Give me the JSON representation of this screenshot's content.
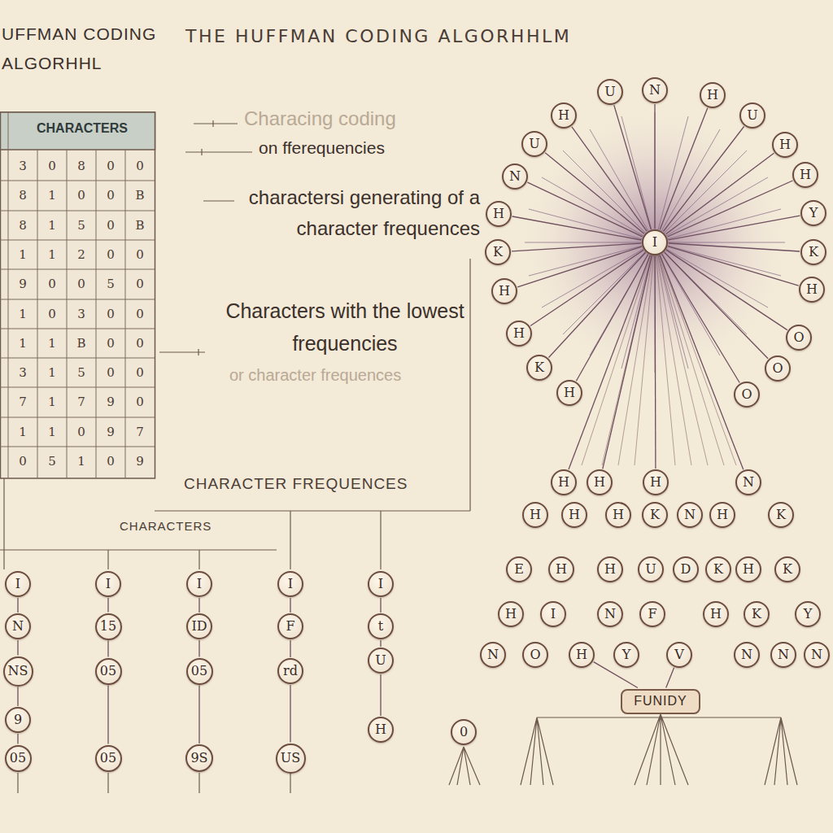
{
  "diagram": {
    "title": "THE HUFFMAN CODING ALGORHHLM",
    "nodes": [
      {
        "text": [
          "U"
        ]
      },
      {
        "text": [
          "N"
        ]
      },
      {
        "text": [
          "H"
        ]
      },
      {
        "text": [
          "H"
        ]
      },
      {
        "text": [
          "U"
        ]
      },
      {
        "text": [
          "U"
        ]
      },
      {
        "text": [
          "H"
        ]
      },
      {
        "text": [
          "N"
        ]
      },
      {
        "text": [
          "H"
        ]
      },
      {
        "text": [
          "H"
        ]
      },
      {
        "text": [
          "Y"
        ]
      },
      {
        "text": [
          "K"
        ]
      },
      {
        "text": [
          "I"
        ]
      },
      {
        "text": [
          "K"
        ]
      },
      {
        "text": [
          "H"
        ]
      },
      {
        "text": [
          "H"
        ]
      },
      {
        "text": [
          "H"
        ]
      },
      {
        "text": [
          "O"
        ]
      },
      {
        "text": [
          "K"
        ]
      },
      {
        "text": [
          "O"
        ]
      },
      {
        "text": [
          "H"
        ]
      },
      {
        "text": [
          "O"
        ]
      },
      {
        "text": [
          "H"
        ]
      },
      {
        "text": [
          "H"
        ]
      },
      {
        "text": [
          "H"
        ]
      },
      {
        "text": [
          "N"
        ]
      },
      {
        "text": [
          "H"
        ]
      },
      {
        "text": [
          "H"
        ]
      },
      {
        "text": [
          "H"
        ]
      },
      {
        "text": [
          "K"
        ]
      },
      {
        "text": [
          "N"
        ]
      },
      {
        "text": [
          "H"
        ]
      },
      {
        "text": [
          "K"
        ]
      },
      {
        "text": [
          "E"
        ]
      },
      {
        "text": [
          "H"
        ]
      },
      {
        "text": [
          "H"
        ]
      },
      {
        "text": [
          "U"
        ]
      },
      {
        "text": [
          "D"
        ]
      },
      {
        "text": [
          "K"
        ]
      },
      {
        "text": [
          "H"
        ]
      },
      {
        "text": [
          "K"
        ]
      },
      {
        "text": [
          "H"
        ]
      },
      {
        "text": [
          "I"
        ]
      },
      {
        "text": [
          "N"
        ]
      },
      {
        "text": [
          "F"
        ]
      },
      {
        "text": [
          "H"
        ]
      },
      {
        "text": [
          "K"
        ]
      },
      {
        "text": [
          "Y"
        ]
      },
      {
        "text": [
          "N"
        ]
      },
      {
        "text": [
          "O"
        ]
      },
      {
        "text": [
          "H"
        ]
      },
      {
        "text": [
          "Y"
        ]
      },
      {
        "text": [
          "V"
        ]
      },
      {
        "text": [
          "N"
        ]
      },
      {
        "text": [
          "N"
        ]
      },
      {
        "text": [
          "N"
        ]
      },
      {
        "text": [
          "FUNIDY"
        ]
      },
      {
        "text": [
          "I"
        ]
      },
      {
        "text": [
          "I"
        ]
      },
      {
        "text": [
          "I"
        ]
      },
      {
        "text": [
          "I"
        ]
      },
      {
        "text": [
          "I"
        ]
      },
      {
        "text": [
          "N"
        ]
      },
      {
        "text": [
          "15"
        ]
      },
      {
        "text": [
          "ID"
        ]
      },
      {
        "text": [
          "F"
        ]
      },
      {
        "text": [
          "t"
        ]
      },
      {
        "text": [
          "NS"
        ]
      },
      {
        "text": [
          "05"
        ]
      },
      {
        "text": [
          "05"
        ]
      },
      {
        "text": [
          "rd"
        ]
      },
      {
        "text": [
          "U"
        ]
      },
      {
        "text": [
          "9"
        ]
      },
      {
        "text": [
          "H"
        ]
      },
      {
        "text": [
          "0"
        ]
      },
      {
        "text": [
          "05"
        ]
      },
      {
        "text": [
          "05"
        ]
      },
      {
        "text": [
          "9S"
        ]
      },
      {
        "text": [
          "US"
        ]
      }
    ],
    "edges": [
      {
        "from": 12,
        "to": 0,
        "arrow": "none"
      },
      {
        "from": 12,
        "to": 1,
        "arrow": "none"
      },
      {
        "from": 12,
        "to": 2,
        "arrow": "none"
      },
      {
        "from": 12,
        "to": 3,
        "arrow": "none"
      },
      {
        "from": 12,
        "to": 4,
        "arrow": "none"
      },
      {
        "from": 12,
        "to": 5,
        "arrow": "none"
      },
      {
        "from": 12,
        "to": 6,
        "arrow": "none"
      },
      {
        "from": 12,
        "to": 7,
        "arrow": "none"
      },
      {
        "from": 12,
        "to": 8,
        "arrow": "none"
      },
      {
        "from": 12,
        "to": 9,
        "arrow": "none"
      },
      {
        "from": 12,
        "to": 10,
        "arrow": "none"
      },
      {
        "from": 12,
        "to": 11,
        "arrow": "none"
      },
      {
        "from": 12,
        "to": 13,
        "arrow": "none"
      },
      {
        "from": 12,
        "to": 14,
        "arrow": "none"
      },
      {
        "from": 12,
        "to": 15,
        "arrow": "none"
      },
      {
        "from": 12,
        "to": 16,
        "arrow": "none"
      },
      {
        "from": 12,
        "to": 17,
        "arrow": "none"
      },
      {
        "from": 12,
        "to": 18,
        "arrow": "none"
      },
      {
        "from": 12,
        "to": 19,
        "arrow": "none"
      },
      {
        "from": 12,
        "to": 20,
        "arrow": "none"
      },
      {
        "from": 12,
        "to": 21,
        "arrow": "none"
      },
      {
        "from": 12,
        "to": 22,
        "arrow": "none"
      },
      {
        "from": 12,
        "to": 23,
        "arrow": "none"
      },
      {
        "from": 12,
        "to": 24,
        "arrow": "none"
      },
      {
        "from": 12,
        "to": 25,
        "arrow": "none"
      },
      {
        "from": 50,
        "to": 56,
        "arrow": "none"
      },
      {
        "from": 52,
        "to": 56,
        "arrow": "none"
      },
      {
        "from": 57,
        "to": 62,
        "arrow": "none"
      },
      {
        "from": 62,
        "to": 67,
        "arrow": "none"
      },
      {
        "from": 67,
        "to": 72,
        "arrow": "none"
      },
      {
        "from": 72,
        "to": 75,
        "arrow": "none"
      },
      {
        "from": 58,
        "to": 63,
        "arrow": "none"
      },
      {
        "from": 63,
        "to": 68,
        "arrow": "none"
      },
      {
        "from": 68,
        "to": 76,
        "arrow": "none"
      },
      {
        "from": 59,
        "to": 64,
        "arrow": "none"
      },
      {
        "from": 64,
        "to": 69,
        "arrow": "none"
      },
      {
        "from": 69,
        "to": 77,
        "arrow": "none"
      },
      {
        "from": 60,
        "to": 65,
        "arrow": "none"
      },
      {
        "from": 65,
        "to": 70,
        "arrow": "none"
      },
      {
        "from": 70,
        "to": 78,
        "arrow": "none"
      },
      {
        "from": 61,
        "to": 66,
        "arrow": "none"
      },
      {
        "from": 66,
        "to": 71,
        "arrow": "none"
      },
      {
        "from": 71,
        "to": 73,
        "arrow": "none"
      }
    ],
    "labels": [
      "UFFMAN CODING",
      "ALGORHHL",
      "CHARACTERS",
      "3",
      "0",
      "8",
      "0",
      "0",
      "8",
      "1",
      "0",
      "0",
      "B",
      "8",
      "1",
      "5",
      "0",
      "B",
      "1",
      "1",
      "2",
      "0",
      "0",
      "9",
      "0",
      "0",
      "5",
      "0",
      "1",
      "0",
      "3",
      "0",
      "0",
      "1",
      "1",
      "B",
      "0",
      "0",
      "3",
      "1",
      "5",
      "0",
      "0",
      "7",
      "1",
      "7",
      "9",
      "0",
      "1",
      "1",
      "0",
      "9",
      "7",
      "0",
      "5",
      "1",
      "0",
      "9",
      "Characing coding",
      "on fferequencies",
      "charactersi generating of a character frequences",
      "Characters with the lowest frequencies",
      "or character frequences",
      "CHARACTER FREQUENCES",
      "CHARACTERS"
    ]
  }
}
